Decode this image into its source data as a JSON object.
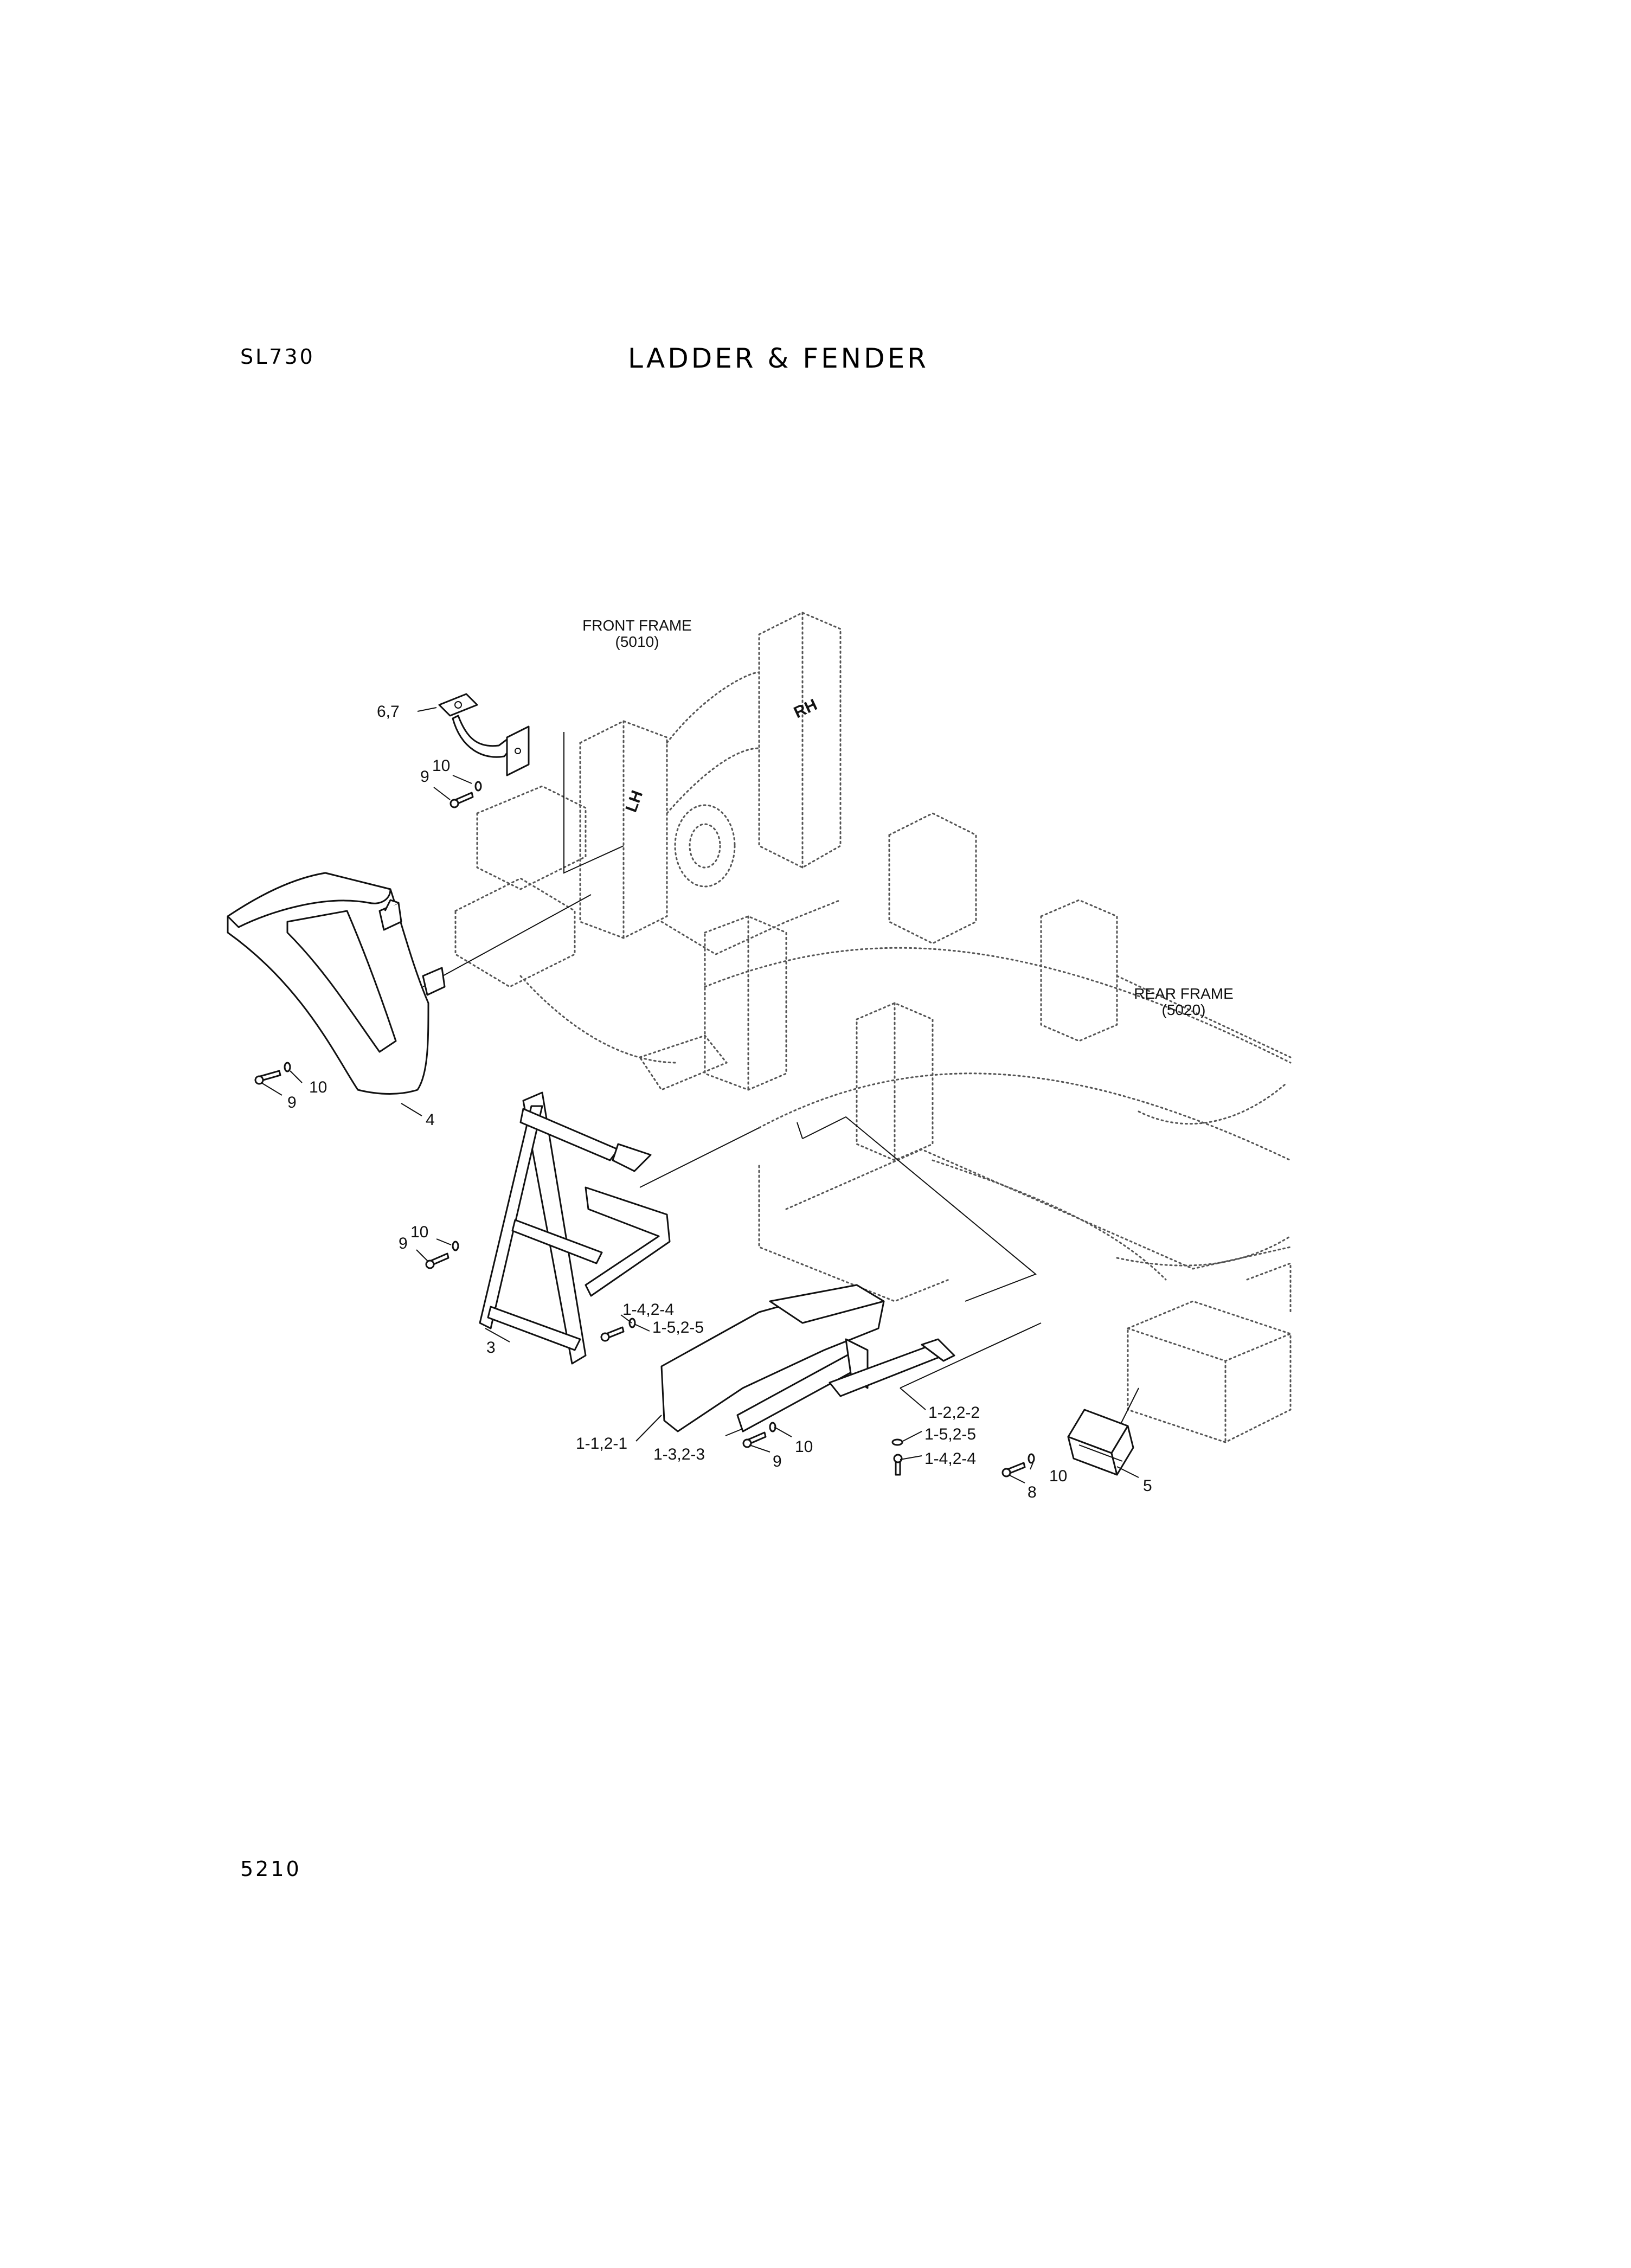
{
  "header": {
    "model": "SL730",
    "title": "LADDER & FENDER"
  },
  "footer": {
    "page_number": "5210"
  },
  "frames": {
    "front": {
      "name": "FRONT FRAME",
      "code": "(5010)"
    },
    "rear": {
      "name": "REAR FRAME",
      "code": "(5020)"
    },
    "lh": "LH",
    "rh": "RH"
  },
  "callouts": {
    "grab_handle": "6,7",
    "grab_washer": "10",
    "grab_bolt": "9",
    "fender": "4",
    "fender_washer": "10",
    "fender_bolt": "9",
    "ladder": "3",
    "ladder_washer": "10",
    "ladder_bolt": "9",
    "upper_bolt": "1-4,2-4",
    "upper_washer": "1-5,2-5",
    "bracket_main": "1-1,2-1",
    "bracket_plate": "1-3,2-3",
    "bracket_bolt": "9",
    "bracket_washer": "10",
    "arm": "1-2,2-2",
    "lower_washer": "1-5,2-5",
    "lower_bolt": "1-4,2-4",
    "step_bolt": "8",
    "step_washer": "10",
    "step": "5"
  }
}
